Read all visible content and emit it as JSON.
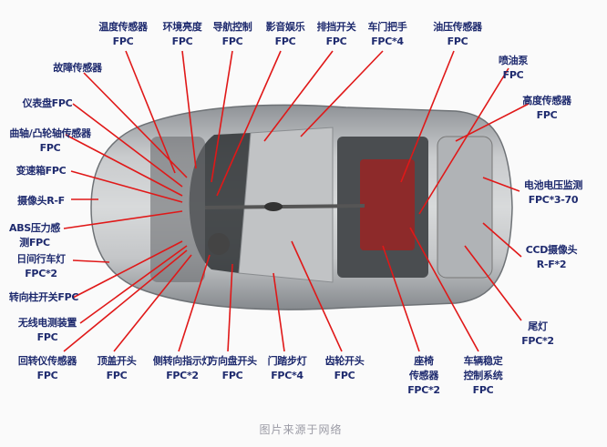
{
  "colors": {
    "label": "#1e2a6e",
    "leader": "#e01818",
    "car": "#b8bbbe"
  },
  "labels": {
    "top": [
      [
        "温度传感器",
        "FPC"
      ],
      [
        "环境亮度",
        "FPC"
      ],
      [
        "导航控制",
        "FPC"
      ],
      [
        "影音娱乐",
        "FPC"
      ],
      [
        "排挡开关",
        "FPC"
      ],
      [
        "车门把手",
        "FPC*4"
      ],
      [
        "油压传感器",
        "FPC"
      ]
    ],
    "left": [
      [
        "故障传感器"
      ],
      [
        "仪表盘FPC"
      ],
      [
        "曲轴/凸轮轴传感器",
        "FPC"
      ],
      [
        "变速箱FPC"
      ],
      [
        "摄像头R-F"
      ],
      [
        "ABS压力感",
        "测FPC"
      ],
      [
        "日间行车灯",
        "FPC*2"
      ],
      [
        "转向柱开关FPC"
      ],
      [
        "无线电测装置",
        "FPC"
      ]
    ],
    "right": [
      [
        "喷油泵",
        "FPC"
      ],
      [
        "高度传感器",
        "FPC"
      ],
      [
        "电池电压监测",
        "FPC*3-70"
      ],
      [
        "CCD摄像头",
        "R-F*2"
      ],
      [
        "尾灯",
        "FPC*2"
      ]
    ],
    "bottom": [
      [
        "回转仪传感器",
        "FPC"
      ],
      [
        "顶盖开头",
        "FPC"
      ],
      [
        "侧转向指示灯",
        "FPC*2"
      ],
      [
        "方向盘开头",
        "FPC"
      ],
      [
        "门踏步灯",
        "FPC*4"
      ],
      [
        "齿轮开头",
        "FPC"
      ],
      [
        "座椅",
        "传感器",
        "FPC*2"
      ],
      [
        "车辆稳定",
        "控制系统",
        "FPC"
      ]
    ]
  },
  "caption": "图片来源于网络"
}
